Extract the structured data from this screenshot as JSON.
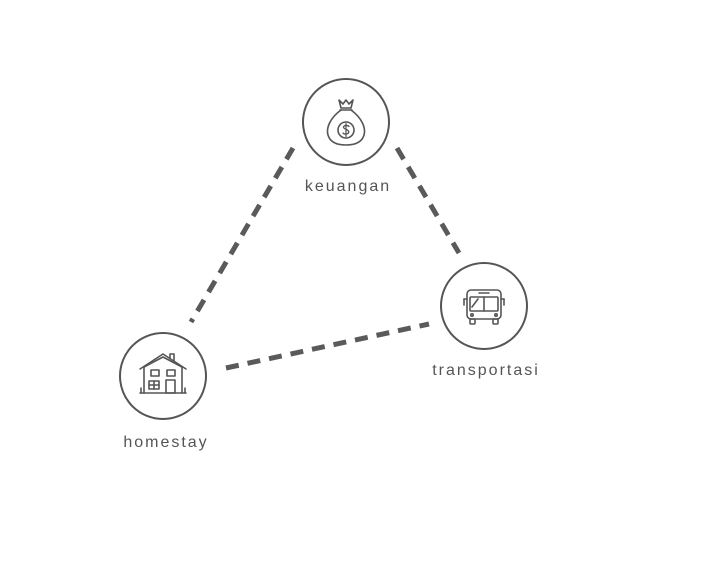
{
  "colors": {
    "stroke": "#555555",
    "connector": "#5a5a5a",
    "text": "#555555",
    "background": "#ffffff"
  },
  "nodes": [
    {
      "id": "keuangan",
      "label": "keuangan",
      "icon": "money-bag-icon"
    },
    {
      "id": "transportasi",
      "label": "transportasi",
      "icon": "bus-icon"
    },
    {
      "id": "homestay",
      "label": "homestay",
      "icon": "house-icon"
    }
  ],
  "connections": [
    {
      "from": "keuangan",
      "to": "homestay",
      "style": "dashed"
    },
    {
      "from": "keuangan",
      "to": "transportasi",
      "style": "dashed"
    },
    {
      "from": "homestay",
      "to": "transportasi",
      "style": "dashed"
    }
  ]
}
